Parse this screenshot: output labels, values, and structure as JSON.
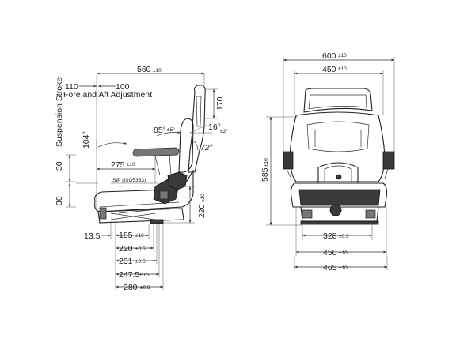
{
  "side_view": {
    "fore_aft_left": "110",
    "fore_aft_right": "100",
    "fore_aft_label": "Fore and Aft Adjustment",
    "suspension_label": "Suspension Stroke",
    "depth": {
      "value": "560",
      "tol": "±10"
    },
    "backrest_height": "170",
    "angle_seat": {
      "value": "85°",
      "tol": "±5°"
    },
    "angle_back": {
      "value": "16°",
      "tol": "±2°"
    },
    "angle_recline": "72°",
    "angle_arm": "104°",
    "stroke_upper": "30",
    "stroke_lower": "30",
    "armrest": {
      "value": "275",
      "tol": "±10"
    },
    "sip_label": "SIP (ISO5353)",
    "base_height": {
      "value": "220",
      "tol": "±10"
    },
    "dim_13_5": "13.5",
    "dim_185": {
      "value": "185",
      "tol": "±10"
    },
    "dim_220": {
      "value": "220",
      "tol": "±0.5"
    },
    "dim_231": {
      "value": "231",
      "tol": "±0.5"
    },
    "dim_247_5": {
      "value": "247.5",
      "tol": "±0.5"
    },
    "dim_280": {
      "value": "280",
      "tol": "±0.5"
    }
  },
  "front_view": {
    "overall_width": {
      "value": "600",
      "tol": "±10"
    },
    "backrest_width": {
      "value": "450",
      "tol": "±10"
    },
    "height": {
      "value": "585",
      "tol": "±10"
    },
    "rail_width": {
      "value": "328",
      "tol": "±0.5"
    },
    "base_width": {
      "value": "450",
      "tol": "±10"
    },
    "outer_width": {
      "value": "465",
      "tol": "±10"
    }
  }
}
